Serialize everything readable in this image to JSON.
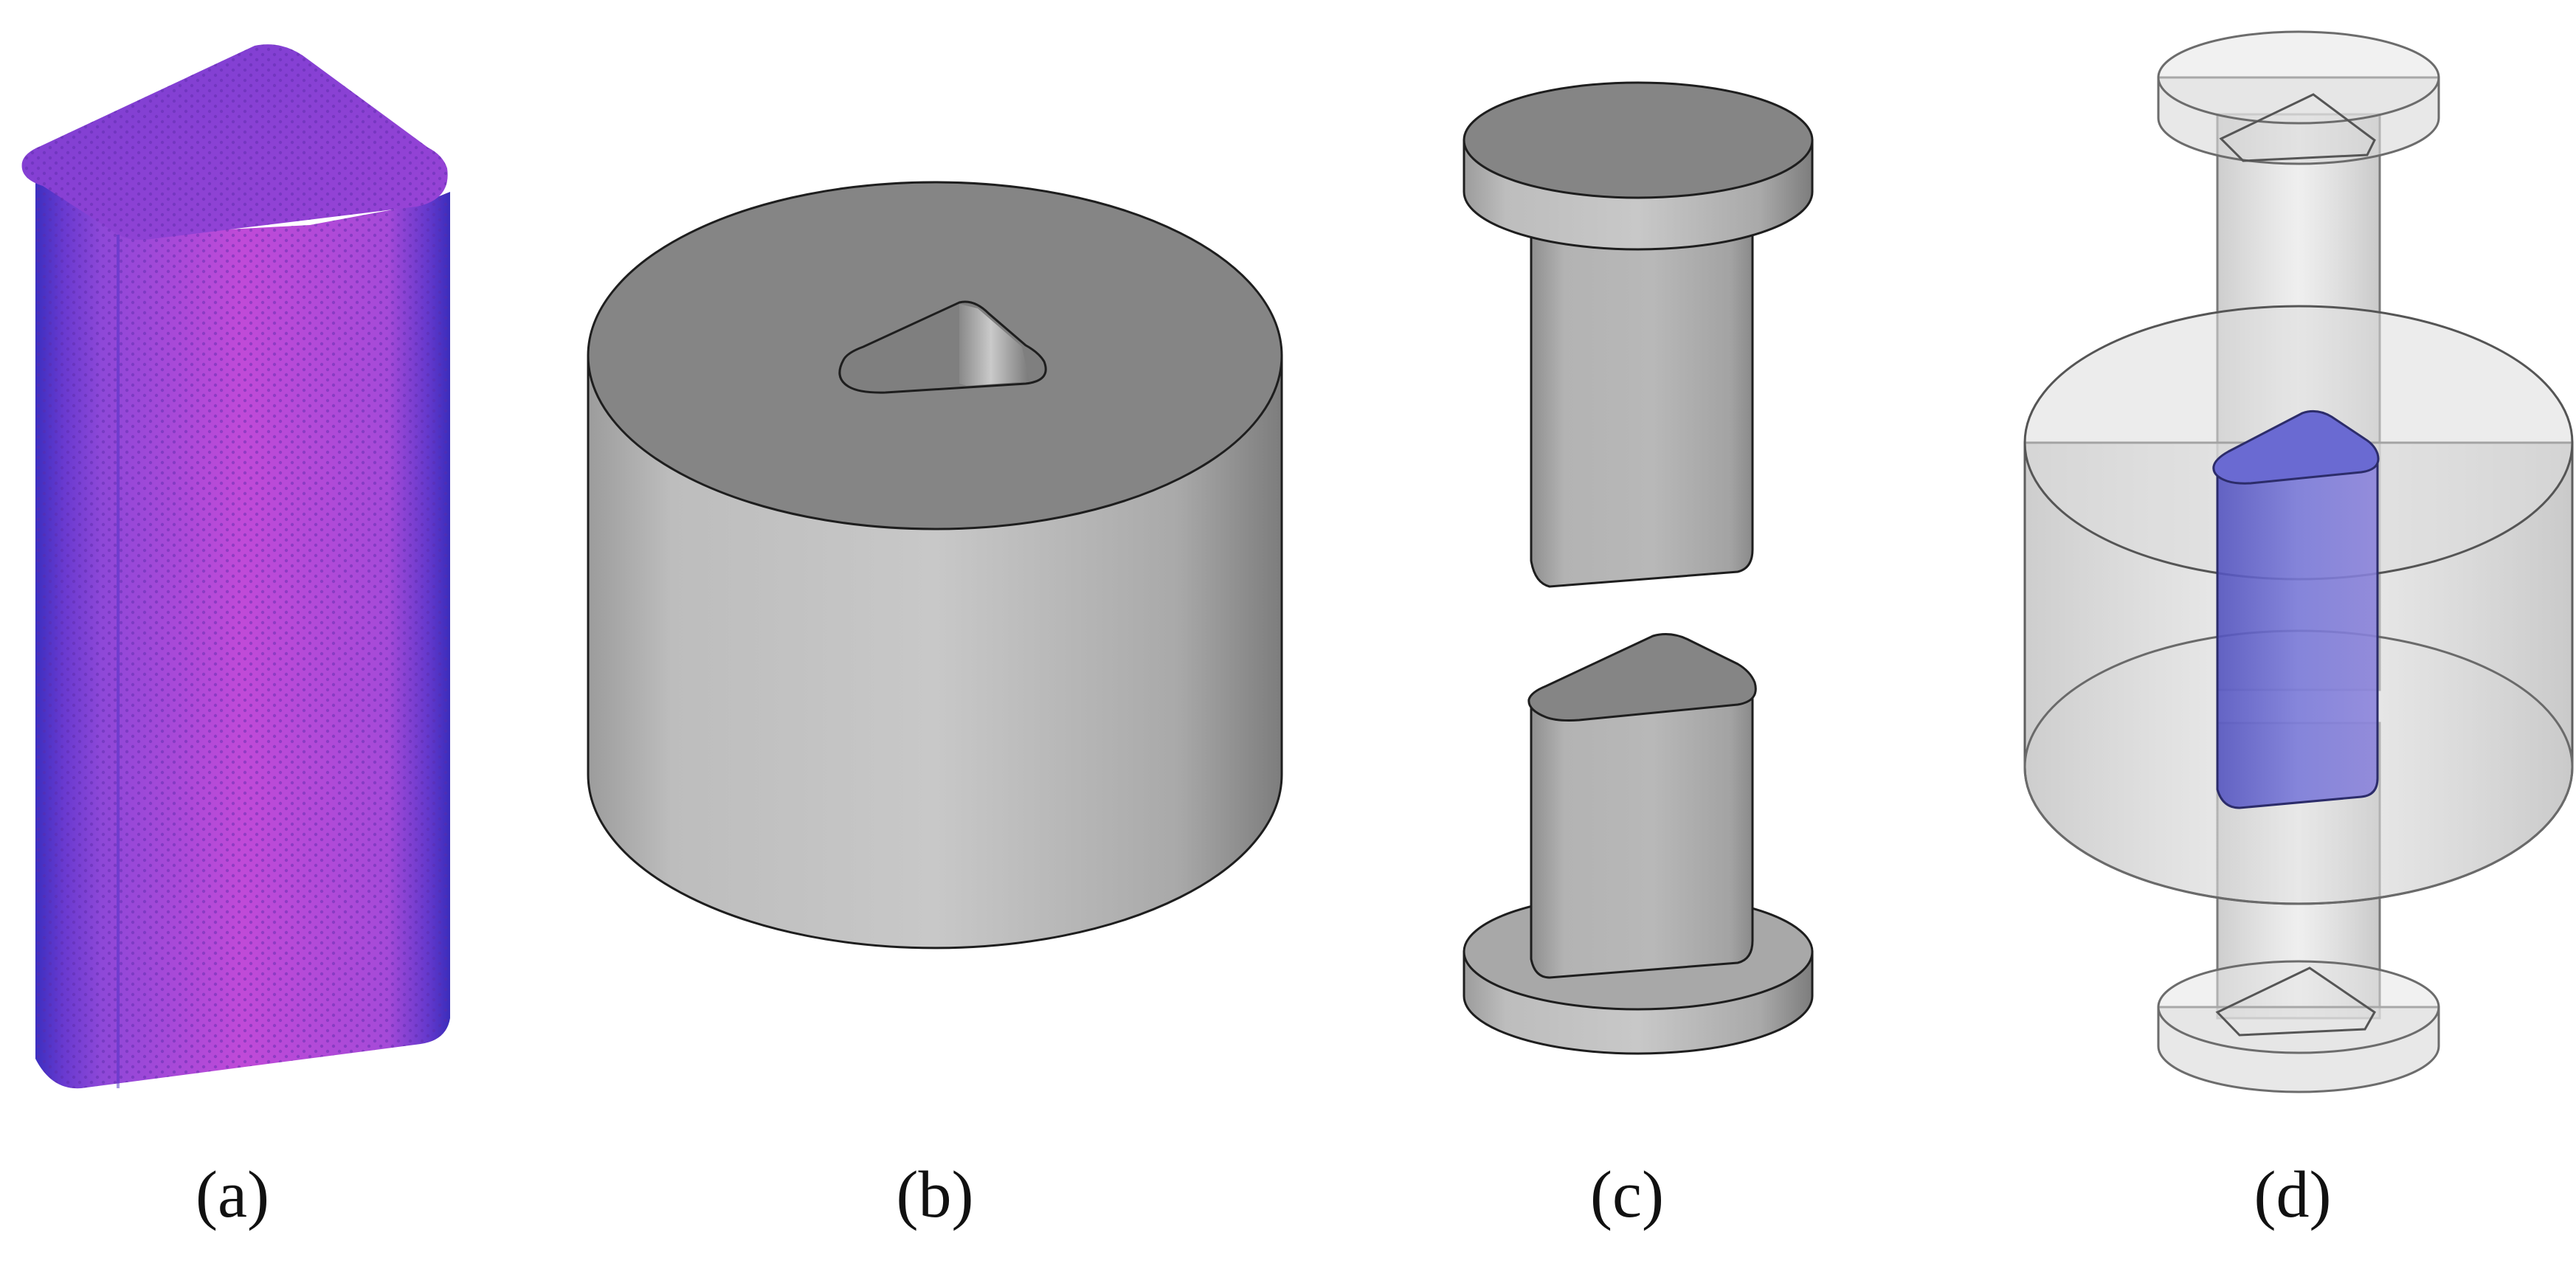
{
  "panels": [
    {
      "id": "a",
      "label": "(a)"
    },
    {
      "id": "b",
      "label": "(b)"
    },
    {
      "id": "c",
      "label": "(c)"
    },
    {
      "id": "d",
      "label": "(d)"
    }
  ],
  "colors": {
    "mesh_purple": "#8a45d6",
    "mesh_magenta": "#c04ad8",
    "mesh_edge_blue": "#4a30c8",
    "gray_top": "#858585",
    "gray_side_light": "#c9c9c9",
    "gray_side_dark": "#8c8c8c",
    "outline": "#222222",
    "ghost_fill": "#d6d6d6",
    "ghost_stroke": "#707070",
    "blue_specimen": "#7575d6"
  }
}
